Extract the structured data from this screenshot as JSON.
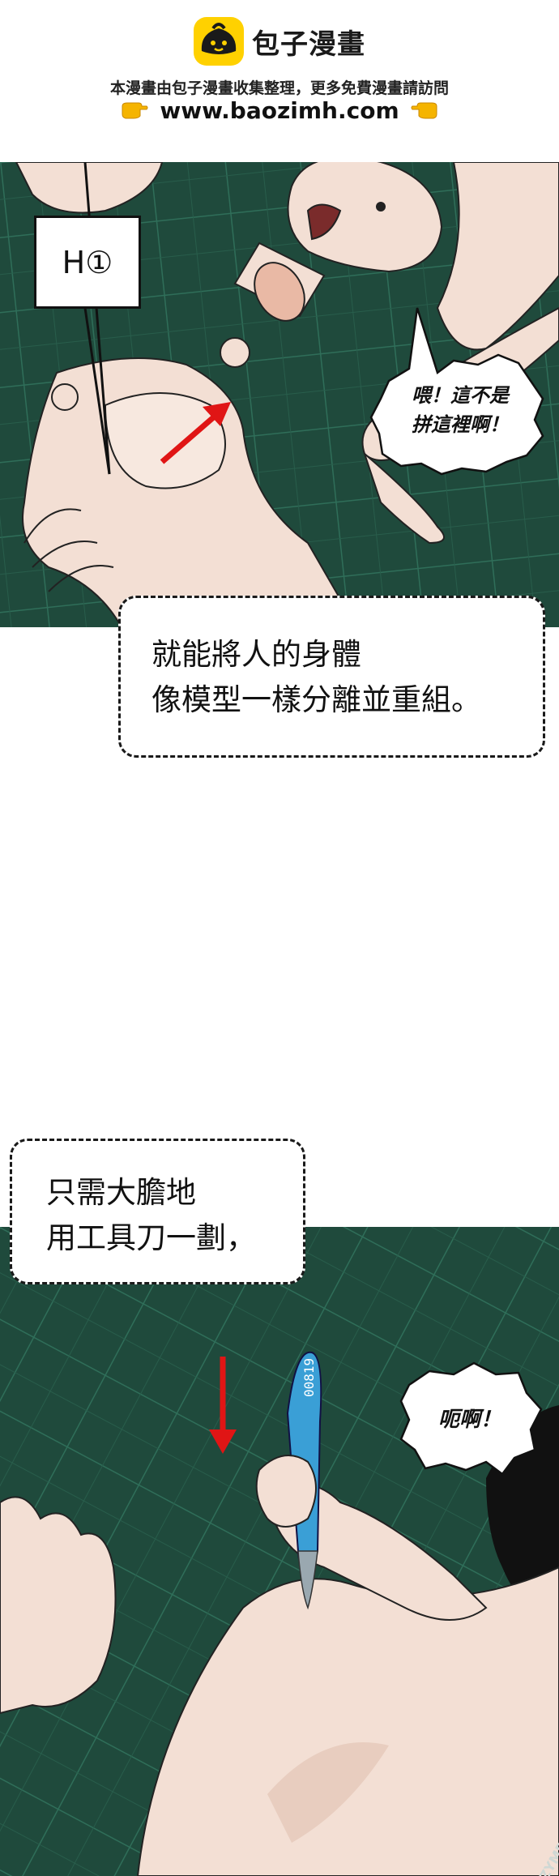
{
  "header": {
    "site_name": "包子漫畫",
    "subtitle": "本漫畫由包子漫畫收集整理，更多免費漫畫請訪問",
    "url": "www.baozimh.com"
  },
  "panel1": {
    "label": "H①",
    "speech": [
      "喂！這不是",
      "拼這裡啊！"
    ],
    "caption": [
      "就能將人的身體",
      "像模型一樣分離並重組。"
    ]
  },
  "panel2": {
    "caption": [
      "只需大膽地",
      "用工具刀一劃，"
    ],
    "speech": "呃啊！",
    "knife_text": "00819",
    "watermark": "ZYMB.com"
  },
  "colors": {
    "grid_green": "#1f4a3c",
    "logo_yellow": "#ffd100",
    "arrow_red": "#e01515",
    "knife_blue": "#3a9fd6",
    "skin": "#f3dfd4"
  },
  "icons": [
    "logo-icon",
    "pointing-hand-right-icon",
    "pointing-hand-left-icon",
    "red-arrow-up-right-icon",
    "red-arrow-down-icon"
  ]
}
